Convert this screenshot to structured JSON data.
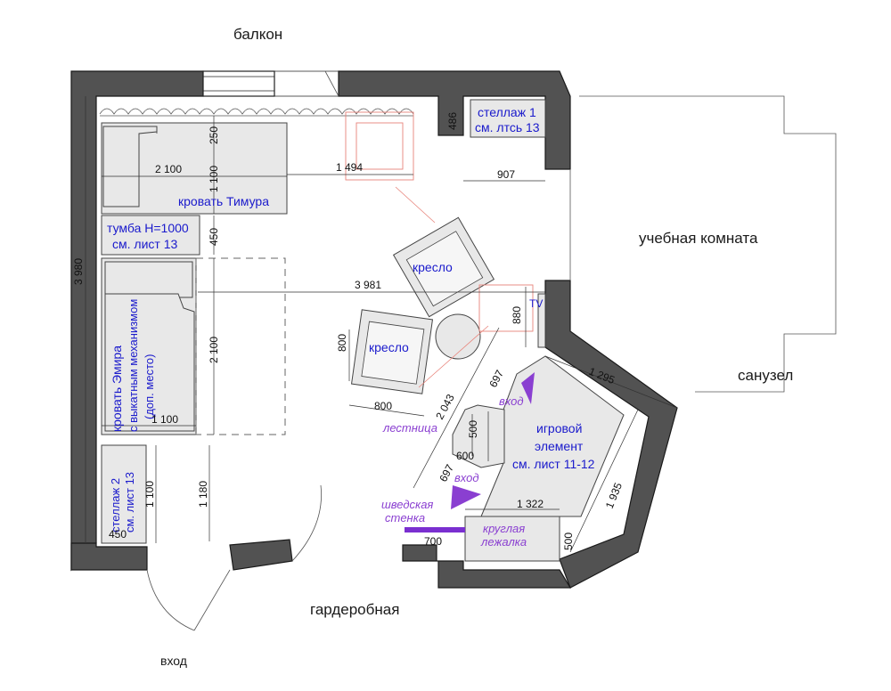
{
  "rooms": {
    "balcony": "балкон",
    "study": "учебная комната",
    "bathroom": "санузел",
    "wardrobe": "гардеробная",
    "entrance": "вход"
  },
  "furniture": {
    "bed_timur": "кровать Тимура",
    "nightstand_line1": "тумба Н=1000",
    "nightstand_line2": "см. лист 13",
    "bed_emir_line1": "кровать Эмира",
    "bed_emir_line2": "с выкатным механизмом",
    "bed_emir_line3": "(доп. место)",
    "shelf1_line1": "стеллаж 1",
    "shelf1_line2": "см. лтсь 13",
    "shelf2_line1": "стеллаж 2",
    "shelf2_line2": "см. лист 13",
    "armchair_top": "кресло",
    "armchair_bottom": "кресло",
    "tv": "TV",
    "play_line1": "игровой",
    "play_line2": "элемент",
    "play_line3": "см. лист 11-12",
    "round_bed_line1": "круглая",
    "round_bed_line2": "лежалка"
  },
  "annotations": {
    "entry_top": "вход",
    "entry_bottom": "вход",
    "ladder": "лестница",
    "wall_bars_line1": "шведская",
    "wall_bars_line2": "стенка"
  },
  "dimensions": {
    "d250": "250",
    "d2100_bed_w": "2 100",
    "d1100_bed_h": "1 100",
    "d1494": "1 494",
    "d486": "486",
    "d907": "907",
    "d450_nightstand": "450",
    "d3980": "3 980",
    "d3981": "3 981",
    "d880": "880",
    "d2100_bed2": "2 100",
    "d1100_bed2": "1 100",
    "d800_chair_h": "800",
    "d800_chair_w": "800",
    "d2043": "2 043",
    "d697_top": "697",
    "d500": "500",
    "d600": "600",
    "d697_bottom": "697",
    "d1295": "1 295",
    "d1935": "1 935",
    "d1322": "1 322",
    "d500_round": "500",
    "d700": "700",
    "d1100_shelf2": "1 100",
    "d1180": "1 180",
    "d450_shelf2": "450"
  },
  "colors": {
    "wall": "#525252",
    "furniture_fill": "#e8e8e8",
    "label_blue": "#1a1acc",
    "label_purple": "#8a3fd1",
    "arrow_purple": "#8a3fd1",
    "wall_bars": "#7a2fd0",
    "guide_red": "#e8837a"
  }
}
